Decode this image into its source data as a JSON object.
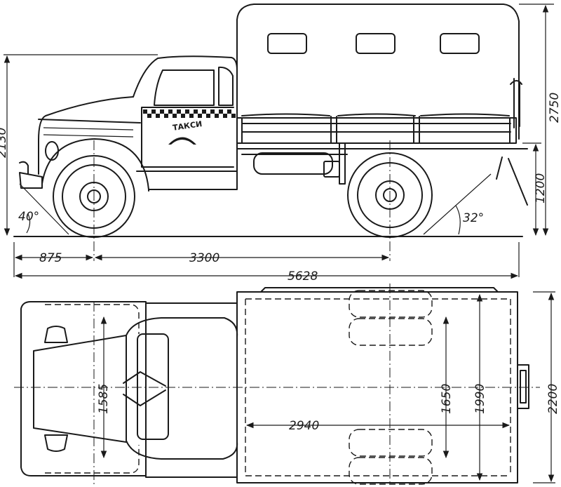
{
  "dimensions": {
    "height_cab": "2130",
    "height_total": "2750",
    "platform_height": "1200",
    "approach_angle": "40°",
    "departure_angle": "32°",
    "front_overhang": "875",
    "wheelbase": "3300",
    "overall_length": "5628",
    "front_track": "1585",
    "rear_track": "1650",
    "body_inner_width": "1990",
    "overall_width": "2200",
    "body_length": "2940"
  },
  "door_marking": "ТАКСИ"
}
